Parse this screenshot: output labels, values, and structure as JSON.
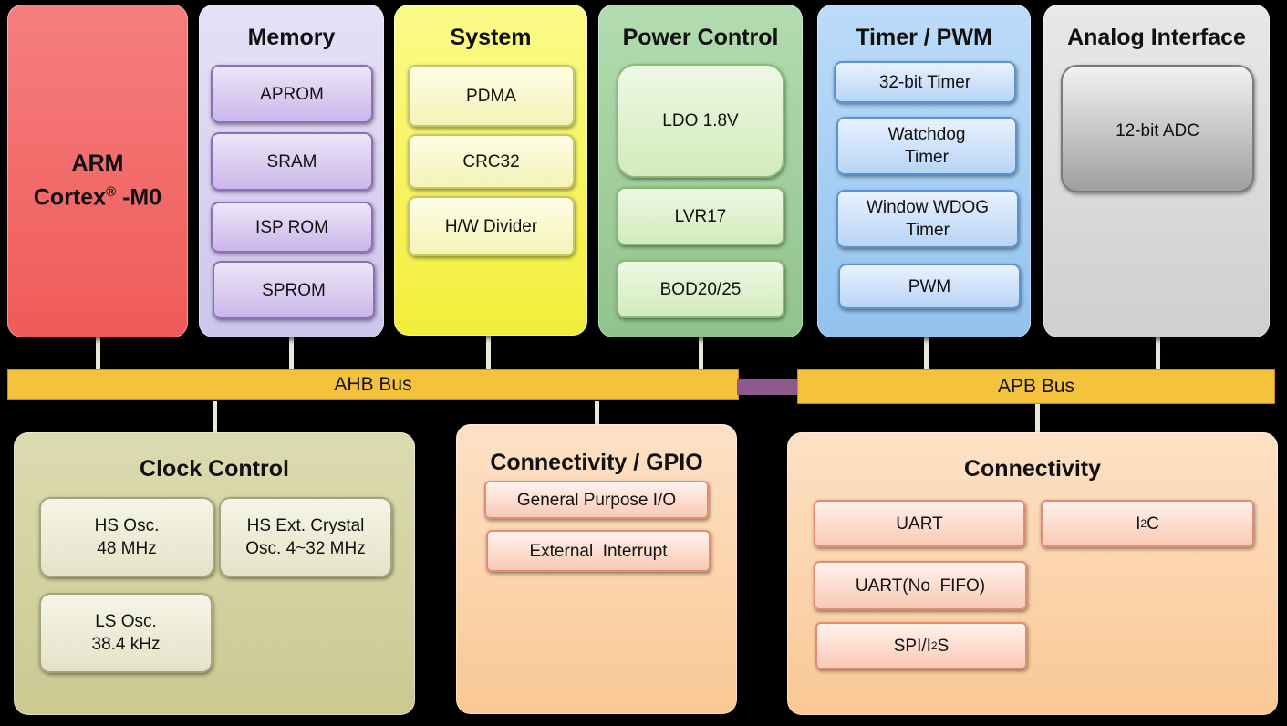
{
  "arm": {
    "line1": "ARM",
    "line2_pre": "Cortex",
    "line2_sup": "®",
    "line2_post": " -M0"
  },
  "memory": {
    "title": "Memory",
    "items": [
      "APROM",
      "SRAM",
      "ISP ROM",
      "SPROM"
    ]
  },
  "system": {
    "title": "System",
    "items": [
      "PDMA",
      "CRC32",
      "H/W Divider"
    ]
  },
  "power": {
    "title": "Power Control",
    "items": [
      "LDO 1.8V",
      "LVR17",
      "BOD20/25"
    ]
  },
  "timer": {
    "title": "Timer / PWM",
    "items": [
      "32-bit Timer",
      "Watchdog\nTimer",
      "Window WDOG\nTimer",
      "PWM"
    ]
  },
  "analog": {
    "title": "Analog Interface",
    "items": [
      "12-bit ADC"
    ]
  },
  "ahb": {
    "label": "AHB Bus"
  },
  "apb": {
    "label": "APB Bus"
  },
  "clock": {
    "title": "Clock Control",
    "items": [
      "HS Osc.\n48 MHz",
      "HS Ext. Crystal\nOsc. 4~32 MHz",
      "LS Osc.\n38.4 kHz"
    ]
  },
  "conn_gpio": {
    "title": "Connectivity / GPIO",
    "items": [
      "General Purpose I/O",
      "External  Interrupt"
    ]
  },
  "connectivity": {
    "title": "Connectivity",
    "uart": "UART",
    "i2c_pre": "I",
    "i2c_sup": "2",
    "i2c_post": "C",
    "uart_nofifo": "UART(No  FIFO)",
    "spi_pre": "SPI/I",
    "spi_sup": "2",
    "spi_post": "S"
  },
  "colors": {
    "arm": "#f05a5a",
    "memory": "#cdc5ec",
    "system": "#f2ee3a",
    "power": "#90c38c",
    "timer": "#92c2ee",
    "analog": "#cfcfcf",
    "bus": "#f4c23c",
    "bridge": "#8e5a8c",
    "clock": "#cbc991",
    "connectivity": "#fac894"
  }
}
